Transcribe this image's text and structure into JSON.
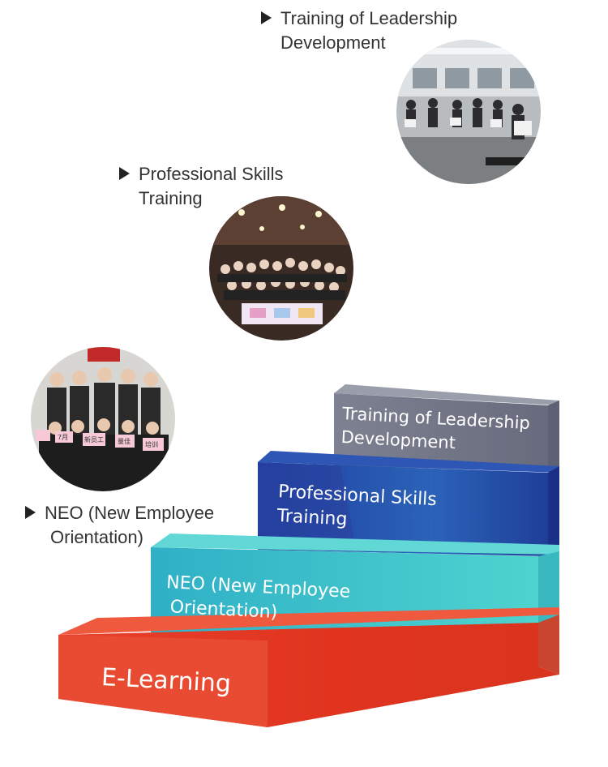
{
  "labels": {
    "leadership": {
      "line1": "Training of Leadership",
      "line2": "Development"
    },
    "professional": {
      "line1": "Professional Skills",
      "line2": "Training"
    },
    "neo": {
      "line1": "NEO (New Employee",
      "line2": "Orientation)"
    }
  },
  "steps": {
    "leadership": {
      "line1": "Training of Leadership",
      "line2": "Development",
      "color": "#7a7f8f"
    },
    "professional": {
      "line1": "Professional Skills",
      "line2": "Training",
      "color": "#2a4aa8"
    },
    "neo": {
      "line1": "NEO (New Employee",
      "line2": "Orientation)",
      "color": "#3fb7c9"
    },
    "elearning": {
      "line1": "E-Learning",
      "color": "#e23a26"
    }
  },
  "photos": {
    "neo_sign_text": [
      "7月",
      "新员工",
      "量佳",
      "培训"
    ]
  }
}
